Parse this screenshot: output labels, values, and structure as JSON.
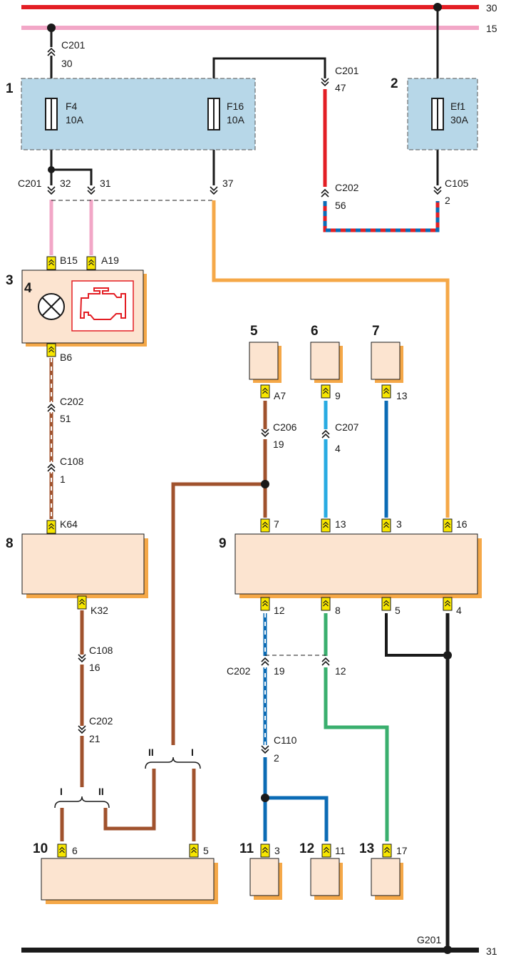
{
  "rails": {
    "r30": "30",
    "r15": "15",
    "r31": "31"
  },
  "components": {
    "c1": "1",
    "c2": "2",
    "c3": "3",
    "c4": "4",
    "c5": "5",
    "c6": "6",
    "c7": "7",
    "c8": "8",
    "c9": "9",
    "c10": "10",
    "c11": "11",
    "c12": "12",
    "c13": "13"
  },
  "fuses": {
    "f4_name": "F4",
    "f4_rating": "10A",
    "f16_name": "F16",
    "f16_rating": "10A",
    "ef1_name": "Ef1",
    "ef1_rating": "30A"
  },
  "connectors": {
    "c201_30": "C201",
    "c201_30_pin": "30",
    "c201_47": "C201",
    "c201_47_pin": "47",
    "c201_32": "C201",
    "pin_32": "32",
    "pin_31": "31",
    "pin_37": "37",
    "c202_56": "C202",
    "c202_56_pin": "56",
    "c105": "C105",
    "c105_pin": "2",
    "b15": "B15",
    "a19": "A19",
    "b6": "B6",
    "c202_51": "C202",
    "c202_51_pin": "51",
    "c108_1": "C108",
    "c108_1_pin": "1",
    "k64": "K64",
    "k32": "K32",
    "c108_16": "C108",
    "c108_16_pin": "16",
    "c202_21": "C202",
    "c202_21_pin": "21",
    "a7": "A7",
    "pin_9": "9",
    "pin_13": "13",
    "c206": "C206",
    "c206_pin": "19",
    "c207": "C207",
    "c207_pin": "4",
    "m9_7": "7",
    "m9_13": "13",
    "m9_3": "3",
    "m9_16": "16",
    "m9_12": "12",
    "m9_8": "8",
    "m9_5": "5",
    "m9_4": "4",
    "c202_19": "C202",
    "c202_19_pin": "19",
    "c202_12_pin": "12",
    "c110": "C110",
    "c110_pin": "2",
    "m10_6": "6",
    "m10_5": "5",
    "m11_3": "3",
    "m12_11": "11",
    "m13_17": "17",
    "g201": "G201"
  },
  "variants": {
    "left_i": "I",
    "left_ii": "II",
    "right_ii": "II",
    "right_i": "I"
  },
  "colors": {
    "red": "#e31e24",
    "pink": "#f2a7c7",
    "black": "#1a1a1a",
    "orange": "#f5a848",
    "brown": "#a0522d",
    "light_blue": "#29abe2",
    "blue": "#0b6bb5",
    "green": "#3aaf6e",
    "fuse_box": "#b7d7e8",
    "module": "#fce4d0",
    "pin_yellow": "#f7e600",
    "engine_icon": "#e31e24"
  }
}
